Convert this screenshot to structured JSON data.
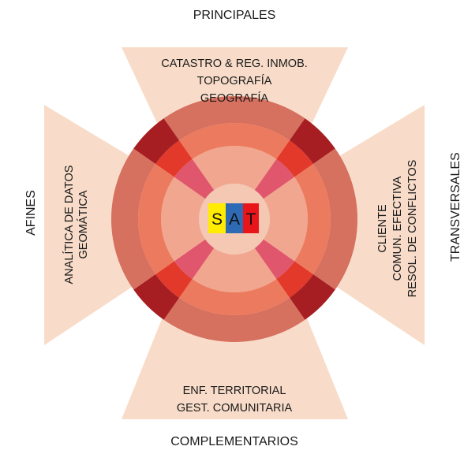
{
  "labels": {
    "top": "PRINCIPALES",
    "bottom": "COMPLEMENTARIOS",
    "left": "AFINES",
    "right": "TRANSVERSALES"
  },
  "sectors": {
    "top": [
      "CATASTRO & REG. INMOB.",
      "TOPOGRAFÍA",
      "GEOGRAFÍA"
    ],
    "bottom": [
      "ENF. TERRITORIAL",
      "GEST. COMUNITARIA"
    ],
    "left": [
      "ANALÍTICA DE DATOS",
      "GEOMÁTICA"
    ],
    "right": [
      "CLIENTE",
      "COMUN. EFECTIVA",
      "RESOL. DE CONFLICTOS"
    ]
  },
  "core": {
    "letters": [
      "S",
      "A",
      "T"
    ],
    "colors": [
      "#ffec00",
      "#2f6bb5",
      "#e8161b"
    ]
  },
  "colors": {
    "wedge_fill": "#f8dcc9",
    "ring_main": [
      "#f4c8b3",
      "#f1a68f",
      "#ec7a5e",
      "#d6705f"
    ],
    "ring_diagonal": [
      "#f4c8b3",
      "#e0566c",
      "#e2392b",
      "#a61e22"
    ]
  }
}
